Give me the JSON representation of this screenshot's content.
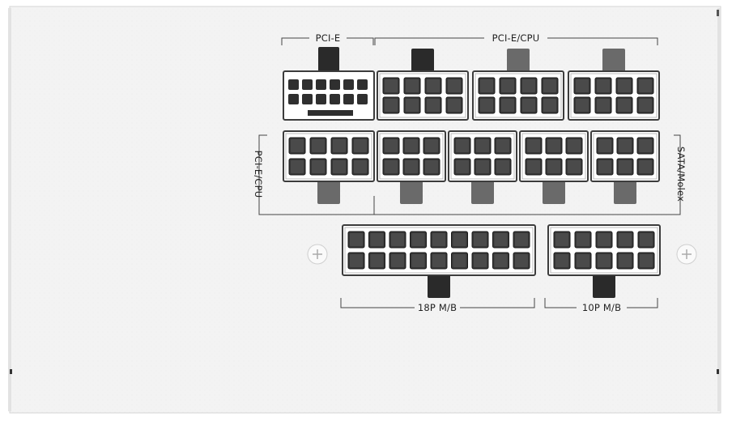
{
  "labels": {
    "pcie_top": "PCI-E",
    "pcie_cpu_top": "PCI-E/CPU",
    "pcie_cpu_left": "PCI-E/CPU",
    "sata_molex_right": "SATA/Molex",
    "mb18": "18P M/B",
    "mb10": "10P M/B"
  },
  "colors": {
    "panel": "#f4f4f4",
    "frame": "#d9d9d9",
    "pin": "#333333",
    "socket": "#ffffff"
  }
}
